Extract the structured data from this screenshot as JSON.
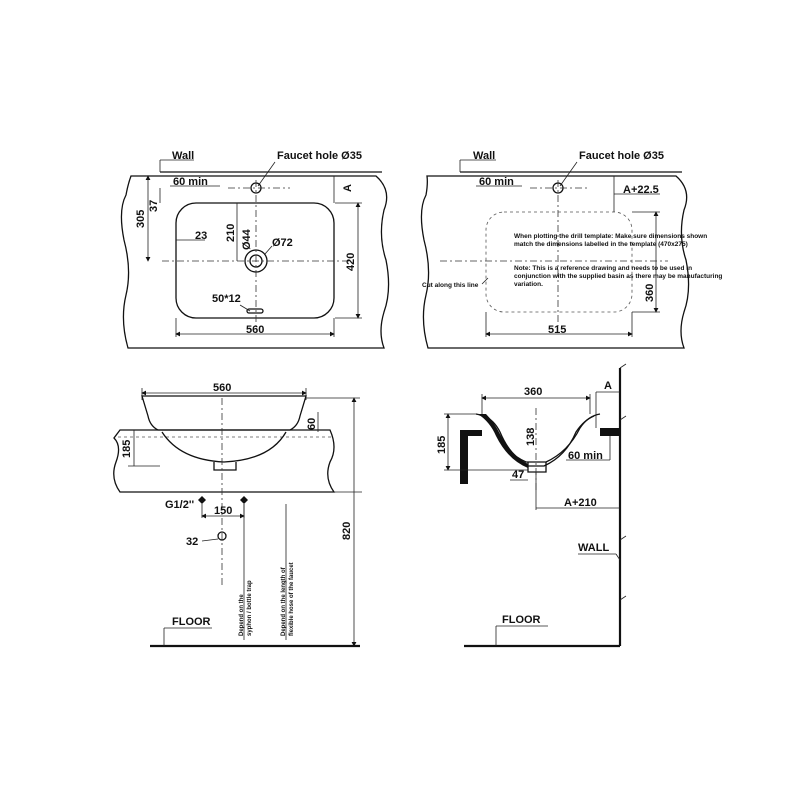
{
  "top_left": {
    "wall": "Wall",
    "faucet_hole": "Faucet hole Ø35",
    "min_60": "60 min",
    "ref_a": "A",
    "d305": "305",
    "d37": "37",
    "d23": "23",
    "d210": "210",
    "d44": "Ø44",
    "d72": "Ø72",
    "d420": "420",
    "d50x12": "50*12",
    "d560": "560"
  },
  "top_right": {
    "wall": "Wall",
    "faucet_hole": "Faucet hole Ø35",
    "min_60": "60 min",
    "ref_a225": "A+22.5",
    "note1_l1": "When plotting the drill template: Make sure dimensions shown",
    "note1_l2": "match the dimensions labelled in the template (470x275)",
    "note2_l1": "Note: This is a reference drawing and needs to be used in",
    "note2_l2": "conjunction with the supplied basin as there may be manufacturing",
    "note2_l3": "variation.",
    "cut_line": "Cut along this line",
    "d360": "360",
    "d515": "515"
  },
  "bottom_left": {
    "d560": "560",
    "d60": "60",
    "d185": "185",
    "g12": "G1/2''",
    "d150": "150",
    "d32": "32",
    "d820": "820",
    "note_siphon_l1": "Depend on the",
    "note_siphon_l2": "syphon / bottle trap",
    "note_hose_l1": "Depend on the length of",
    "note_hose_l2": "flexible hose of the faucet",
    "floor": "FLOOR"
  },
  "bottom_right": {
    "d360": "360",
    "ref_a": "A",
    "d185": "185",
    "d138": "138",
    "min_60": "60 min",
    "d47": "47",
    "ref_a210": "A+210",
    "wall": "WALL",
    "floor": "FLOOR"
  }
}
